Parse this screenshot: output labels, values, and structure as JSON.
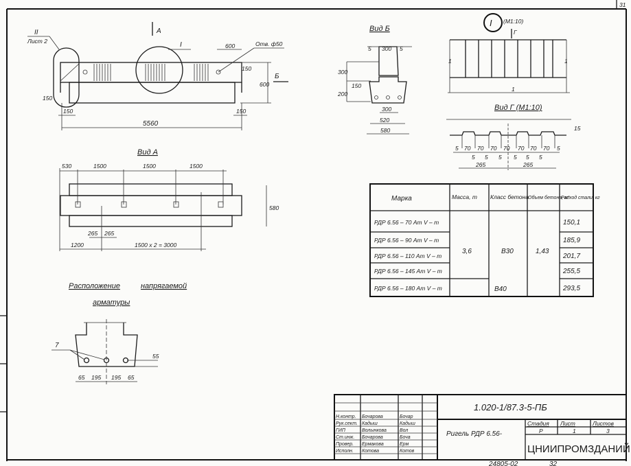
{
  "sheet_number": "31",
  "bottom_codes": [
    "24805-02",
    "32"
  ],
  "elevation": {
    "view_a_arrow": "А",
    "view_b_arrow": "Б",
    "callout_ii": "II",
    "callout_ii_ref": "Лист 2",
    "callout_i": "I",
    "hole_note": "Отв. ф50",
    "dims": [
      "600",
      "150",
      "600",
      "150",
      "150",
      "150",
      "5560"
    ]
  },
  "view_b": {
    "title": "Вид Б",
    "dims": [
      "5",
      "300",
      "5",
      "300",
      "150",
      "200",
      "300",
      "520",
      "580"
    ]
  },
  "detail_i": {
    "marker": "I",
    "scale": "(М1:10)",
    "arrow": "Г",
    "section_marks": [
      "1",
      "1",
      "1"
    ]
  },
  "view_g": {
    "title": "Вид Г (М1:10)",
    "dims_top": [
      "5",
      "70",
      "70",
      "70",
      "70",
      "70",
      "70",
      "70",
      "5"
    ],
    "dims_mid": [
      "5",
      "5",
      "5",
      "5",
      "5",
      "5"
    ],
    "dims_bottom": [
      "265",
      "265"
    ],
    "side_dim": "15"
  },
  "view_a": {
    "title": "Вид А",
    "dims_top": [
      "530",
      "1500",
      "1500",
      "1500"
    ],
    "side_dim": "580",
    "dims_small": [
      "265",
      "265"
    ],
    "dims_bottom": [
      "1200",
      "1500 x 2 = 3000"
    ]
  },
  "reinforcement": {
    "title_line1": "Расположение",
    "title_line2": "напрягаемой",
    "title_line3": "арматуры",
    "callout": "7",
    "side_dim": "55",
    "dims": [
      "65",
      "195",
      "195",
      "65"
    ]
  },
  "table": {
    "headers": [
      "Марка",
      "Масса, т",
      "Класс бетона",
      "Объем бетона, м³",
      "Расход стали, кг"
    ],
    "rows": [
      {
        "mark": "РДР 6.56 – 70 Ат V – т",
        "steel": "150,1"
      },
      {
        "mark": "РДР 6.56 – 90 Ат V – т",
        "steel": "185,9"
      },
      {
        "mark": "РДР 6.56 – 110 Ат V – т",
        "steel": "201,7"
      },
      {
        "mark": "РДР 6.56 – 145 Ат V – т",
        "steel": "255,5"
      },
      {
        "mark": "РДР 6.56 – 180 Ат V – т",
        "steel": "293,5"
      }
    ],
    "mass": "3,6",
    "concrete_class_1": "В30",
    "concrete_class_2": "В40",
    "volume": "1,43"
  },
  "title_block": {
    "doc_code": "1.020-1/87.3-5-ПБ",
    "name": "Ригель РДР 6.56-",
    "org": "ЦНИИПРОМЗДАНИЙ",
    "stage_header": "Стадия",
    "sheet_header": "Лист",
    "sheets_header": "Листов",
    "stage": "Р",
    "sheet": "1",
    "sheets": "3",
    "signers": [
      {
        "role": "Н.контр.",
        "name": "Бочарова",
        "sign": "Бочар"
      },
      {
        "role": "Рук.сект.",
        "name": "Кадыш",
        "sign": "Кадыш"
      },
      {
        "role": "ГИП",
        "name": "Волынкова",
        "sign": "Вол"
      },
      {
        "role": "Ст.инж.",
        "name": "Бочарова",
        "sign": "Боча"
      },
      {
        "role": "Провер.",
        "name": "Ермакова",
        "sign": "Ерм"
      },
      {
        "role": "Исполн.",
        "name": "Котова",
        "sign": "Котов"
      }
    ]
  }
}
